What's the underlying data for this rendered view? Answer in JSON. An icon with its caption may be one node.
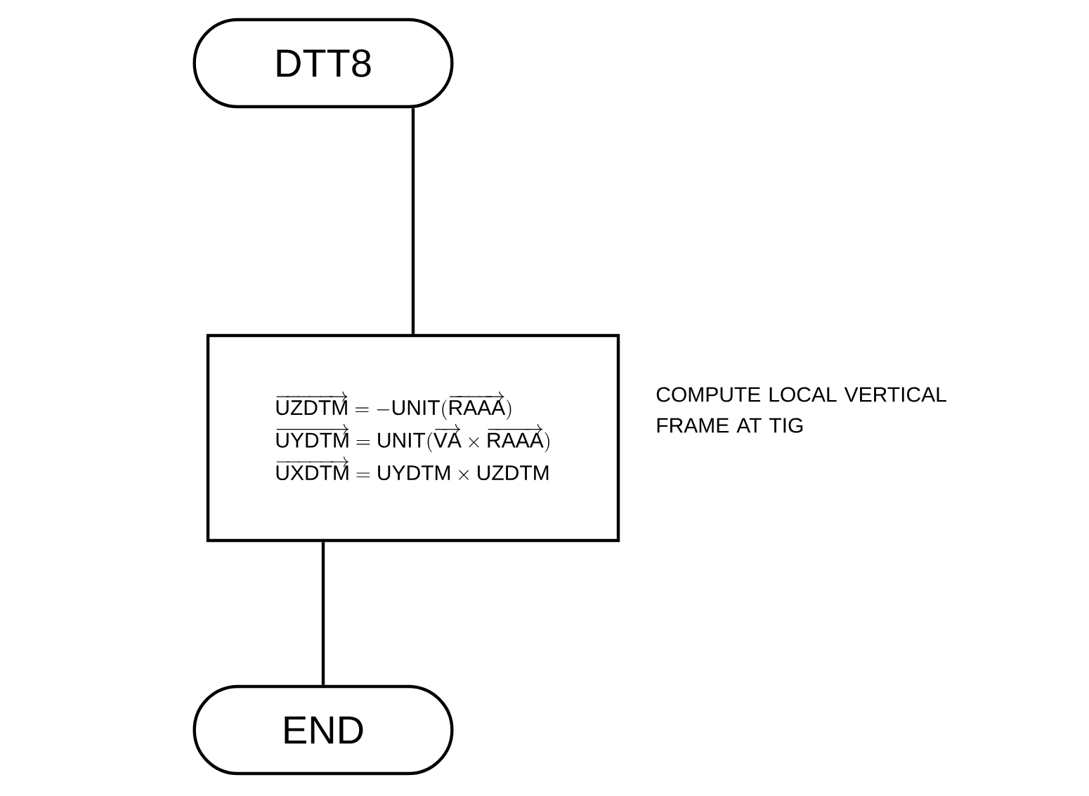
{
  "diagram": {
    "nodes": [
      {
        "text": [
          "DTT8"
        ]
      },
      {
        "text": [
          "\\overrightarrow{\\mathrm{UZDTM}} = -\\mathrm{UNIT}(\\overrightarrow{\\mathrm{RAAA}})",
          "\\overrightarrow{\\mathrm{UYDTM}} = \\mathrm{UNIT}(\\overrightarrow{\\mathrm{VA}} \\times \\overrightarrow{\\mathrm{RAAA}})",
          "\\overrightarrow{\\mathrm{UXDTM}} = \\mathrm{UYDTM} \\times \\mathrm{UZDTM}"
        ],
        "beside": [
          "COMPUTE LOCAL VERTICAL FRAME AT TIG"
        ]
      },
      {
        "text": [
          "END"
        ]
      }
    ],
    "edges": [
      {
        "from": 0,
        "to": 1,
        "arrow": "none"
      },
      {
        "from": 1,
        "to": 2,
        "arrow": "none"
      }
    ]
  }
}
